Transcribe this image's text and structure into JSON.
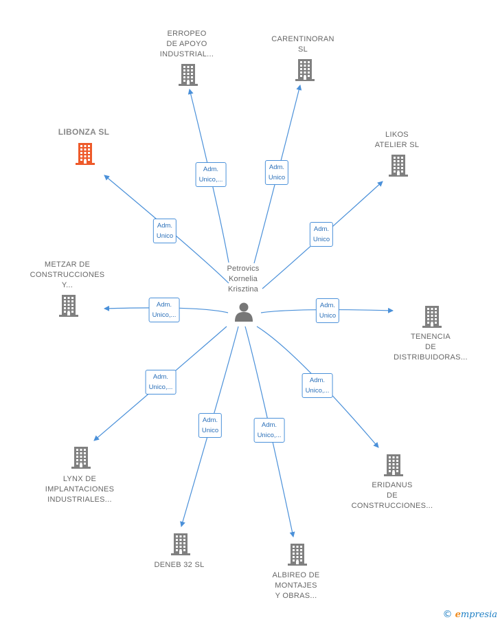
{
  "center": {
    "name": "Petrovics\nKornelia\nKrisztina",
    "icon": "person-icon"
  },
  "colors": {
    "edge": "#4a90d9",
    "building": "#808080",
    "highlight": "#ee5a2a"
  },
  "companies": [
    {
      "id": "erropeo",
      "name": "ERROPEO\nDE APOYO\nINDUSTRIAL...",
      "role": "Adm.\nUnico,..."
    },
    {
      "id": "carentinoran",
      "name": "CARENTINORAN\nSL",
      "role": "Adm.\nUnico"
    },
    {
      "id": "libonza",
      "name": "LIBONZA  SL",
      "role": "Adm.\nUnico",
      "highlight": true
    },
    {
      "id": "likos",
      "name": "LIKOS\nATELIER  SL",
      "role": "Adm.\nUnico"
    },
    {
      "id": "metzar",
      "name": "METZAR DE\nCONSTRUCCIONES\nY...",
      "role": "Adm.\nUnico,..."
    },
    {
      "id": "tenencia",
      "name": "TENENCIA\nDE\nDISTRIBUIDORAS...",
      "role": "Adm.\nUnico"
    },
    {
      "id": "lynx",
      "name": "LYNX DE\nIMPLANTACIONES\nINDUSTRIALES...",
      "role": "Adm.\nUnico,..."
    },
    {
      "id": "eridanus",
      "name": "ERIDANUS\nDE\nCONSTRUCCIONES...",
      "role": "Adm.\nUnico,..."
    },
    {
      "id": "deneb",
      "name": "DENEB 32  SL",
      "role": "Adm.\nUnico"
    },
    {
      "id": "albireo",
      "name": "ALBIREO DE\nMONTAJES\nY OBRAS...",
      "role": "Adm.\nUnico,..."
    }
  ],
  "footer": {
    "copyright": "©",
    "brand_e": "e",
    "brand_rest": "mpresia"
  }
}
